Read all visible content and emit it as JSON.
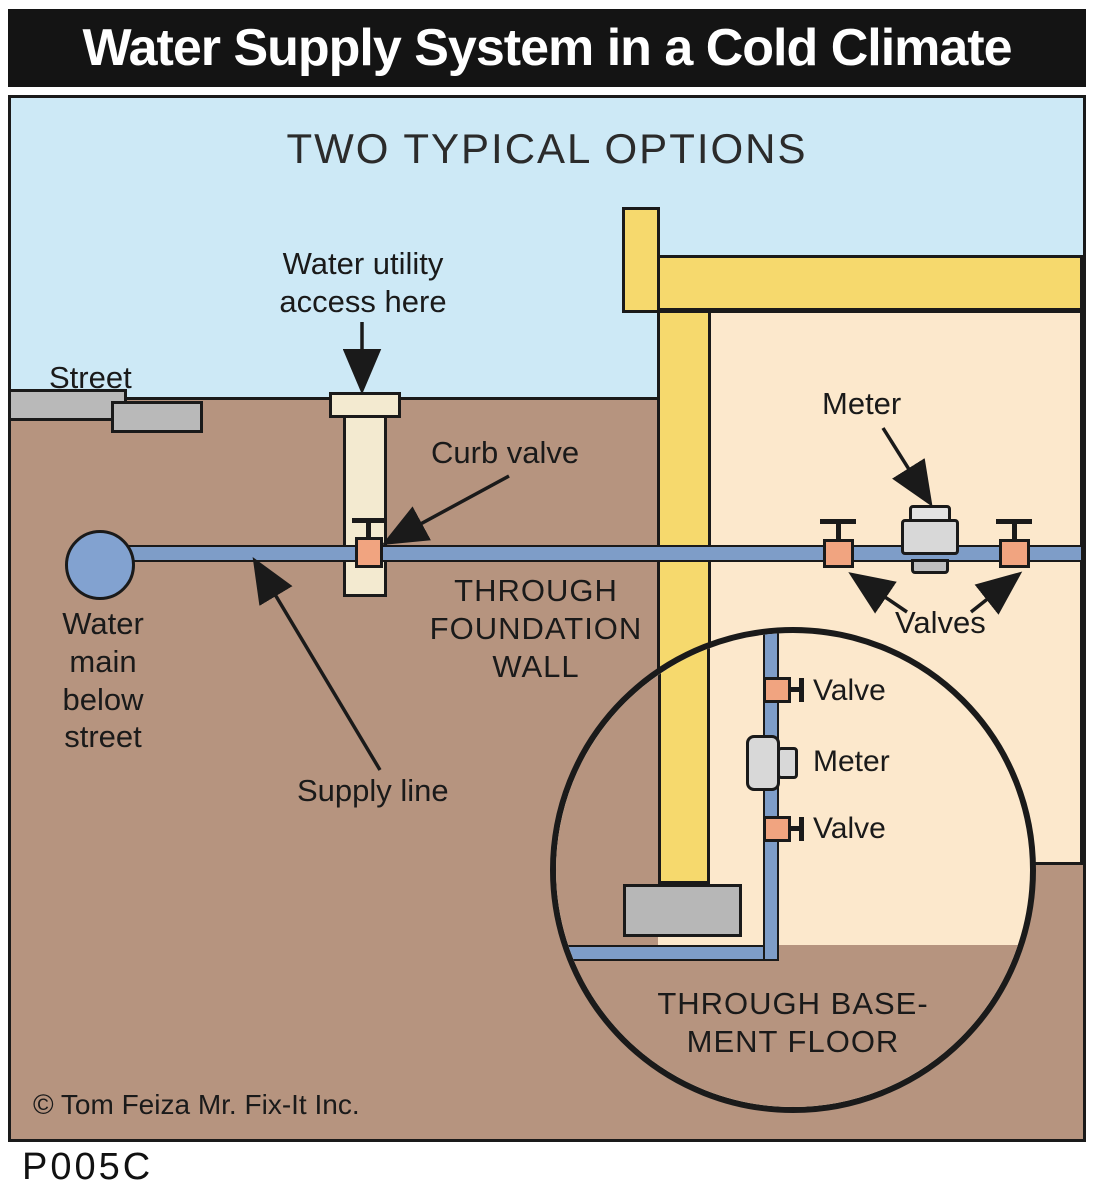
{
  "palette": {
    "sky": "#cde9f6",
    "earth": "#b6947f",
    "interior": "#fce8cc",
    "wood": "#f6d96d",
    "pipe": "#7e9dc8",
    "water-main": "#82a2d0",
    "valve": "#f1a480",
    "street": "#b9b9b9",
    "access": "#f3ead0",
    "meter": "#d8d8d8",
    "meter-dark": "#c0c0c0",
    "block": "#b7b7b7",
    "ink": "#1a1a1a",
    "title-bg": "#141414",
    "title-fg": "#ffffff"
  },
  "header": {
    "title": "Water Supply System in a Cold Climate"
  },
  "diagram": {
    "subtitle": "TWO TYPICAL OPTIONS",
    "labels": {
      "water_utility": "Water utility\naccess here",
      "street": "Street",
      "curb_valve": "Curb valve",
      "through_wall": "THROUGH\nFOUNDATION\nWALL",
      "water_main": "Water\nmain\nbelow\nstreet",
      "supply_line": "Supply line",
      "meter_wall": "Meter",
      "valves": "Valves",
      "valve_top": "Valve",
      "meter_floor": "Meter",
      "valve_bottom": "Valve",
      "through_floor": "THROUGH BASE-\nMENT FLOOR",
      "copyright": "© Tom Feiza Mr. Fix-It Inc."
    }
  },
  "footer": {
    "code": "P005C"
  }
}
